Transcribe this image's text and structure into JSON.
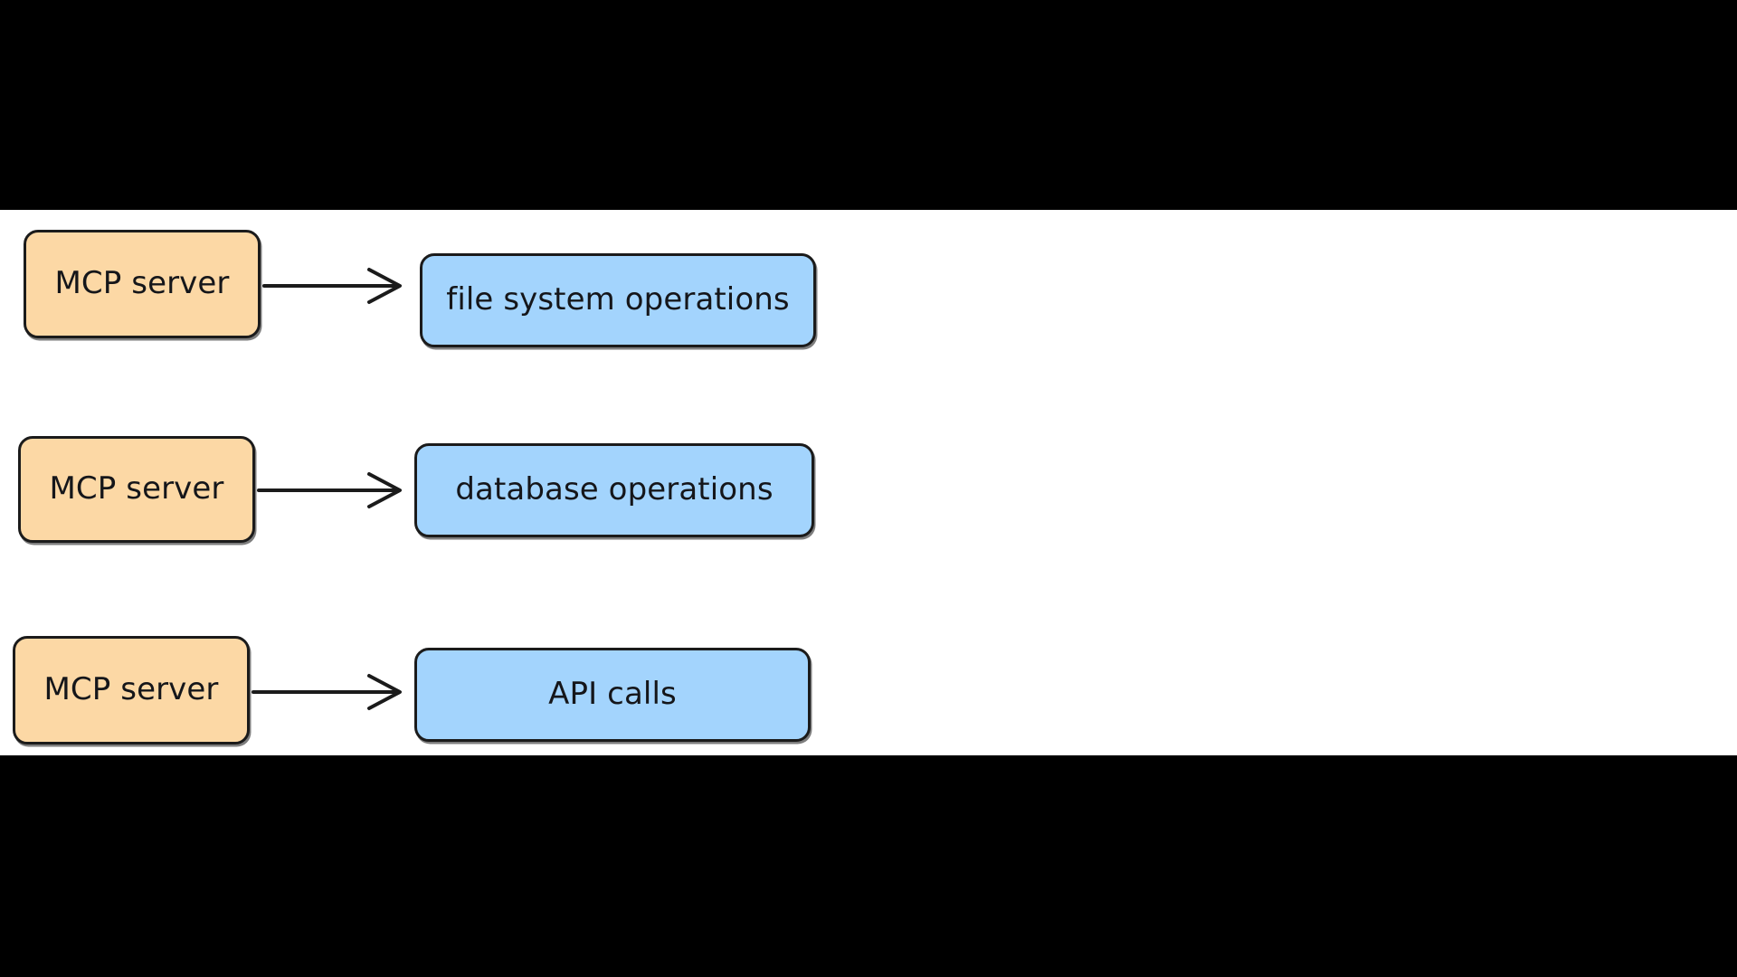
{
  "diagram": {
    "type": "flow-diagram",
    "background_color": "#000000",
    "canvas_color": "#ffffff",
    "source_node_color": "#fcd8a5",
    "target_node_color": "#a3d4fd",
    "stroke_color": "#1b1b1b",
    "rows": [
      {
        "source": {
          "label": "MCP server"
        },
        "target": {
          "label": "file system operations"
        },
        "edge": {
          "label": "",
          "arrow": "open-arrow-right"
        }
      },
      {
        "source": {
          "label": "MCP server"
        },
        "target": {
          "label": "database operations"
        },
        "edge": {
          "label": "",
          "arrow": "open-arrow-right"
        }
      },
      {
        "source": {
          "label": "MCP server"
        },
        "target": {
          "label": "API calls"
        },
        "edge": {
          "label": "",
          "arrow": "open-arrow-right"
        }
      }
    ]
  }
}
